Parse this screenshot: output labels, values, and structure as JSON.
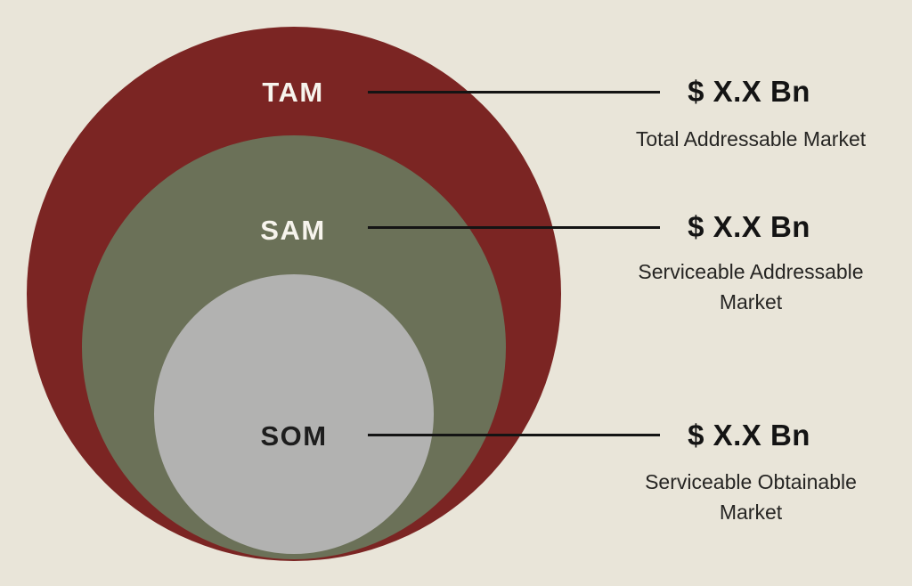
{
  "colors": {
    "background": "#e9e5d9",
    "tam_circle": "#7b2523",
    "sam_circle": "#6b7158",
    "som_circle": "#b2b2b1",
    "line": "#141414",
    "value_text": "#141414",
    "description_text": "#262523",
    "label_light": "#f7f4ed",
    "label_dark": "#1d1d1d"
  },
  "rings": [
    {
      "id": "tam",
      "label": "TAM",
      "value": "$ X.X Bn",
      "description": "Total Addressable Market"
    },
    {
      "id": "sam",
      "label": "SAM",
      "value": "$ X.X Bn",
      "description": "Serviceable Addressable Market"
    },
    {
      "id": "som",
      "label": "SOM",
      "value": "$ X.X Bn",
      "description": "Serviceable Obtainable Market"
    }
  ]
}
